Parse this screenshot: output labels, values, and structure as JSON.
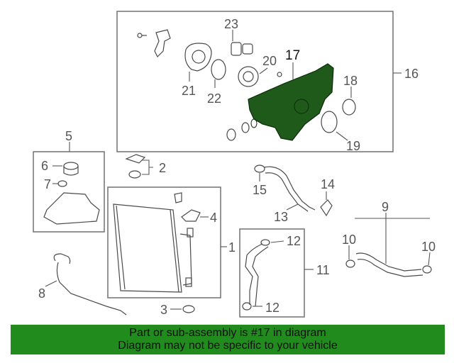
{
  "callouts": {
    "c1": "1",
    "c2": "2",
    "c3": "3",
    "c4": "4",
    "c5": "5",
    "c6": "6",
    "c7": "7",
    "c8": "8",
    "c9": "9",
    "c10a": "10",
    "c10b": "10",
    "c11": "11",
    "c12a": "12",
    "c12b": "12",
    "c13": "13",
    "c14": "14",
    "c15": "15",
    "c16": "16",
    "c17": "17",
    "c18": "18",
    "c19": "19",
    "c20": "20",
    "c21": "21",
    "c22": "22",
    "c23": "23"
  },
  "highlight": {
    "part_number": "17",
    "color": "#1f5a1a"
  },
  "banner": {
    "line1": "Part or sub-assembly is #17 in diagram",
    "line2": "Diagram may not be specific to your vehicle",
    "background": "#228b1e"
  }
}
